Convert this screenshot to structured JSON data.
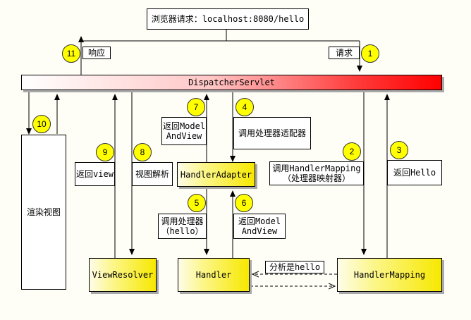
{
  "browser_request": "浏览器请求：localhost:8080/hello",
  "dispatcher": "DispatcherServlet",
  "render_view": "渲染视图",
  "handler_adapter": "HandlerAdapter",
  "view_resolver": "ViewResolver",
  "handler": "Handler",
  "handler_mapping": "HandlerMapping",
  "labels": {
    "response": "响应",
    "request": "请求",
    "return_model_view_top": "返回Model\nAndView",
    "call_adapter": "调用处理器适配器",
    "call_mapping": "调用HandlerMapping\n（处理器映射器）",
    "return_hello": "返回Hello",
    "return_view": "返回view",
    "view_resolve": "视图解析",
    "call_handler": "调用处理器\n（hello）",
    "return_model_view_bottom": "返回Model\nAndView",
    "analyze_hello": "分析是hello"
  },
  "steps": [
    "1",
    "2",
    "3",
    "4",
    "5",
    "6",
    "7",
    "8",
    "9",
    "10",
    "11"
  ],
  "colors": {
    "circle": "#ffff00",
    "dispatcher_end": "#ff0000",
    "box_end": "#f7e800"
  }
}
